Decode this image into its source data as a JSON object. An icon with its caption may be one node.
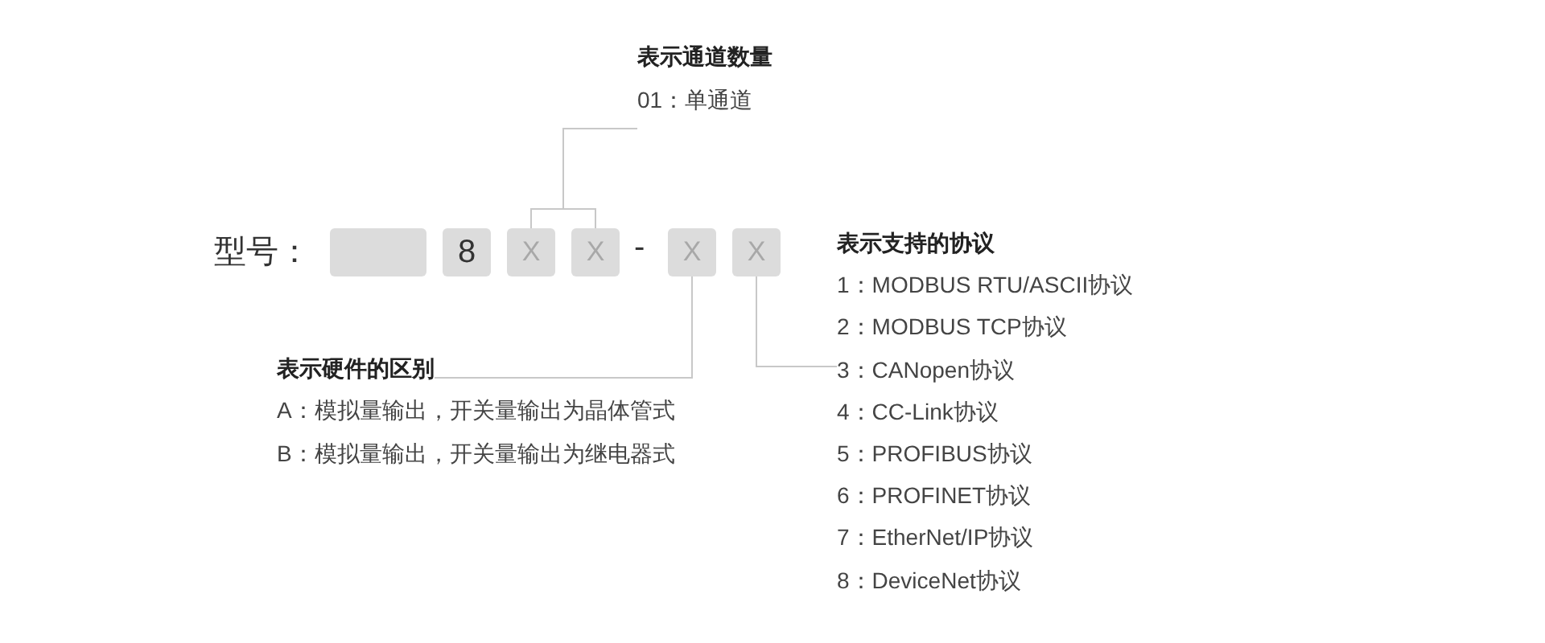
{
  "diagram": {
    "nodes": [
      {
        "text": [],
        "shape": "box"
      },
      {
        "text": [
          "8"
        ]
      },
      {
        "text": [
          "X"
        ]
      },
      {
        "text": [
          "X"
        ]
      },
      {
        "text": [
          "X"
        ]
      },
      {
        "text": [
          "X"
        ]
      },
      {
        "text": [
          "表示通道数量",
          "01：单通道"
        ]
      },
      {
        "text": [
          "表示硬件的区别"
        ]
      },
      {
        "text": [
          "表示支持的协议",
          "1：MODBUS RTU/ASCII协议",
          "2：MODBUS TCP协议",
          "3：CANopen协议",
          "4：CC-Link协议",
          "5：PROFIBUS协议",
          "6：PROFINET协议",
          "7：EtherNet/IP协议",
          "8：DeviceNet协议"
        ]
      }
    ],
    "edges": [
      {
        "from": 2,
        "to": 6,
        "arrow": "none"
      },
      {
        "from": 3,
        "to": 6,
        "arrow": "none"
      },
      {
        "from": 4,
        "to": 7,
        "arrow": "none"
      },
      {
        "from": 5,
        "to": 8,
        "arrow": "none"
      }
    ],
    "labels": [
      "型号：",
      "-",
      "A：模拟量输出，开关量输出为晶体管式",
      "B：模拟量输出，开关量输出为继电器式"
    ]
  }
}
